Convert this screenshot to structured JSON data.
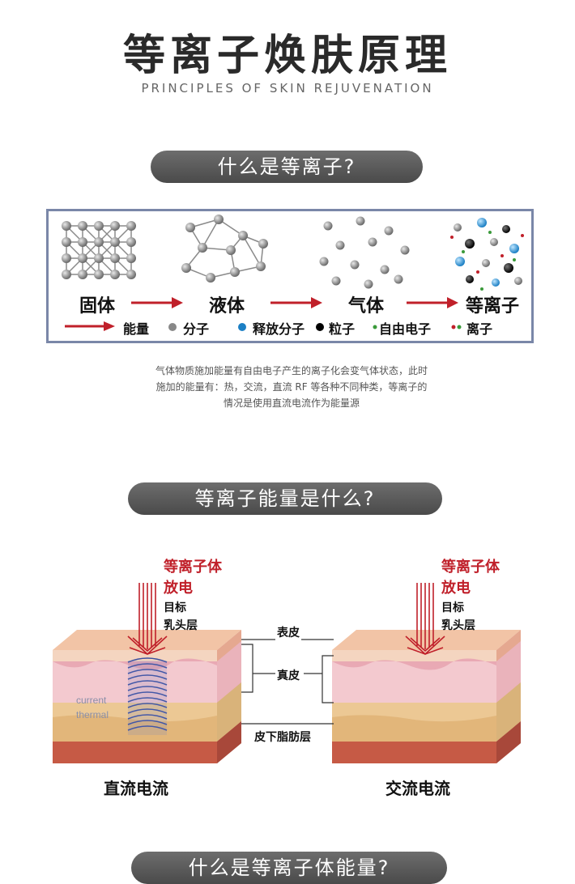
{
  "header": {
    "title": "等离子焕肤原理",
    "subtitle": "PRINCIPLES OF SKIN REJUVENATION"
  },
  "section1": {
    "heading": "什么是等离子?",
    "states": [
      "固体",
      "液体",
      "气体",
      "等离子"
    ],
    "legend": {
      "energy": "能量",
      "molecule": "分子",
      "released_molecule": "释放分子",
      "particle": "粒子",
      "free_electron": "自由电子",
      "ion": "离子"
    },
    "description_lines": [
      "气体物质施加能量有自由电子产生的离子化会变气体状态，此时",
      "施加的能量有：热，交流，直流 RF 等各种不同种类，等离子的",
      "情况是使用直流电流作为能量源"
    ]
  },
  "section2": {
    "heading": "等离子能量是什么?",
    "discharge_line1": "等离子体",
    "discharge_line2": "放电",
    "target_line1": "目标",
    "target_line2": "乳头层",
    "layer_epidermis": "表皮",
    "layer_dermis": "真皮",
    "layer_fat": "皮下脂肪层",
    "current_label": "current",
    "thermal_label": "thermal",
    "left_caption": "直流电流",
    "right_caption": "交流电流"
  },
  "section3": {
    "heading": "什么是等离子体能量?"
  },
  "colors": {
    "pill": "#555555",
    "arrow_red": "#c0202a",
    "box_border": "#7a87a8",
    "skin_top": "#f4c9a8",
    "dermis": "#f2c4c8",
    "fat": "#e8c98e",
    "muscle": "#c65a45"
  }
}
